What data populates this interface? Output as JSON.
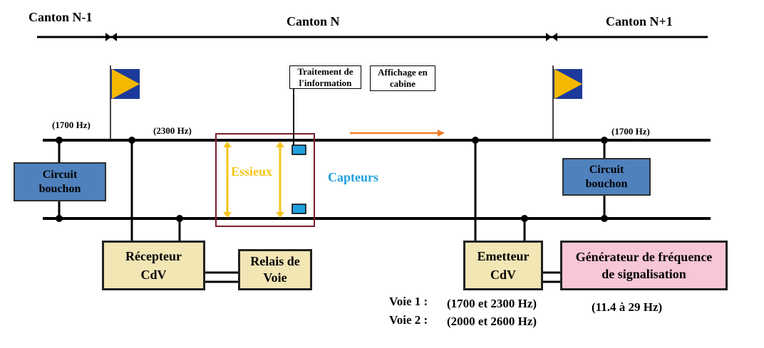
{
  "cantons": {
    "left": "Canton N-1",
    "center": "Canton N",
    "right": "Canton N+1"
  },
  "frequencies": {
    "left": "(1700 Hz)",
    "center": "(2300 Hz)",
    "right": "(1700 Hz)"
  },
  "labels": {
    "essieux": "Essieux",
    "capteurs": "Capteurs",
    "traitement": "Traitement de\nl'information",
    "affichage": "Affichage en\ncabine"
  },
  "boxes": {
    "circuit_left": "Circuit\nbouchon",
    "circuit_right": "Circuit\nbouchon",
    "recepteur": "Récepteur\nCdV",
    "relais": "Relais de\nVoie",
    "emetteur": "Emetteur\nCdV",
    "generateur": "Générateur de fréquence\nde signalisation"
  },
  "voies": {
    "voie1_label": "Voie 1 :",
    "voie1_value": "(1700 et 2300 Hz)",
    "voie2_label": "Voie 2 :",
    "voie2_value": "(2000 et 2600 Hz)",
    "range": "(11.4 à 29 Hz)"
  },
  "colors": {
    "bouchon": "#4f81bd",
    "cdv": "#f2e6b5",
    "generateur": "#f7c6d7",
    "essieux": "#f5c518",
    "capteurs": "#1fa0dc",
    "arrow": "#f07d28",
    "frame": "#7b1e2c",
    "flag_blue": "#1c3a9a",
    "flag_yellow": "#f5b800"
  }
}
